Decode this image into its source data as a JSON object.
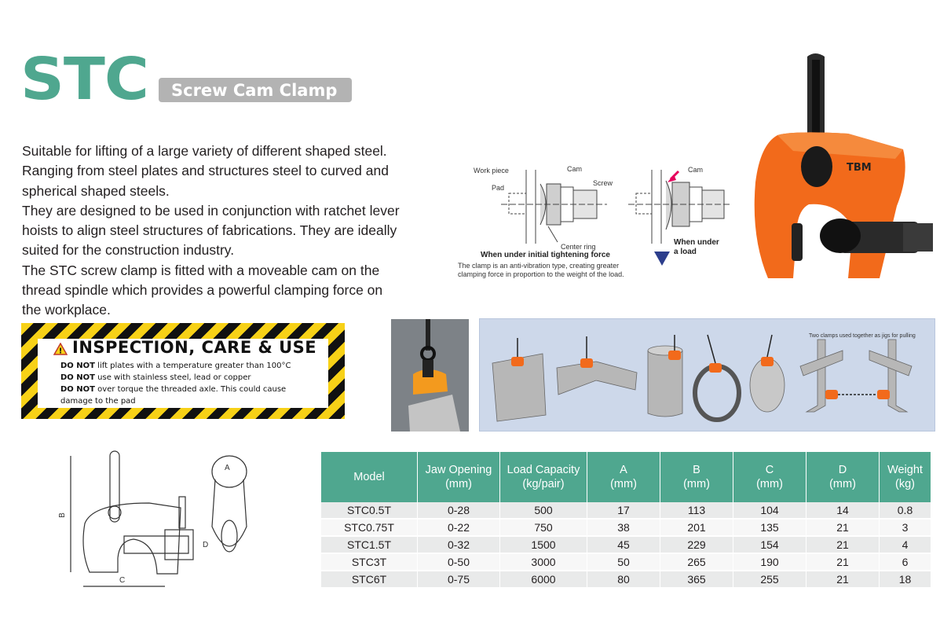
{
  "header": {
    "title": "STC",
    "subtitle": "Screw Cam Clamp"
  },
  "description": {
    "paragraphs": [
      "Suitable for lifting of a large variety of different shaped steel.",
      "Ranging from steel plates and structures steel to curved and",
      "spherical shaped steels.",
      "They are designed to be used in conjunction with ratchet lever",
      "hoists to align steel structures of fabrications. They are ideally",
      "suited for the construction industry.",
      "The STC screw clamp is fitted with a moveable cam on the",
      "thread spindle which provides a powerful clamping force on",
      "the workplace."
    ]
  },
  "warning": {
    "title": "INSPECTION, CARE & USE",
    "lines": [
      {
        "bold": "DO NOT",
        "text": " lift plates with a temperature greater than 100°C"
      },
      {
        "bold": "DO NOT",
        "text": " use with stainless steel, lead or copper"
      },
      {
        "bold": "DO NOT",
        "text": " over torque the threaded axle. This could cause"
      },
      {
        "bold": "",
        "text": "damage to the pad"
      }
    ]
  },
  "diagram": {
    "work_piece": "Work piece",
    "pad": "Pad",
    "cam": "Cam",
    "screw": "Screw",
    "cam2": "Cam",
    "center_ring": "Center ring",
    "caption_left": "When under initial tightening force",
    "caption_right": "When under a load",
    "note_line1": "The clamp is an anti-vibration type, creating greater",
    "note_line2": "clamping force in proportion to the weight of the load.",
    "brand": "TBM"
  },
  "applications": {
    "jig_note": "Two clamps used together as jigs for pulling"
  },
  "dimensions": {
    "a": "A",
    "b": "B",
    "c": "C",
    "d": "D"
  },
  "table": {
    "headers": [
      [
        "Model",
        ""
      ],
      [
        "Jaw Opening",
        "(mm)"
      ],
      [
        "Load Capacity",
        "(kg/pair)"
      ],
      [
        "A",
        "(mm)"
      ],
      [
        "B",
        "(mm)"
      ],
      [
        "C",
        "(mm)"
      ],
      [
        "D",
        "(mm)"
      ],
      [
        "Weight",
        "(kg)"
      ]
    ],
    "rows": [
      [
        "STC0.5T",
        "0-28",
        "500",
        "17",
        "113",
        "104",
        "14",
        "0.8"
      ],
      [
        "STC0.75T",
        "0-22",
        "750",
        "38",
        "201",
        "135",
        "21",
        "3"
      ],
      [
        "STC1.5T",
        "0-32",
        "1500",
        "45",
        "229",
        "154",
        "21",
        "4"
      ],
      [
        "STC3T",
        "0-50",
        "3000",
        "50",
        "265",
        "190",
        "21",
        "6"
      ],
      [
        "STC6T",
        "0-75",
        "6000",
        "80",
        "365",
        "255",
        "21",
        "18"
      ]
    ]
  },
  "colors": {
    "accent_green": "#4fa78f",
    "clamp_orange": "#f26a1b",
    "warning_yellow": "#f7d117"
  }
}
